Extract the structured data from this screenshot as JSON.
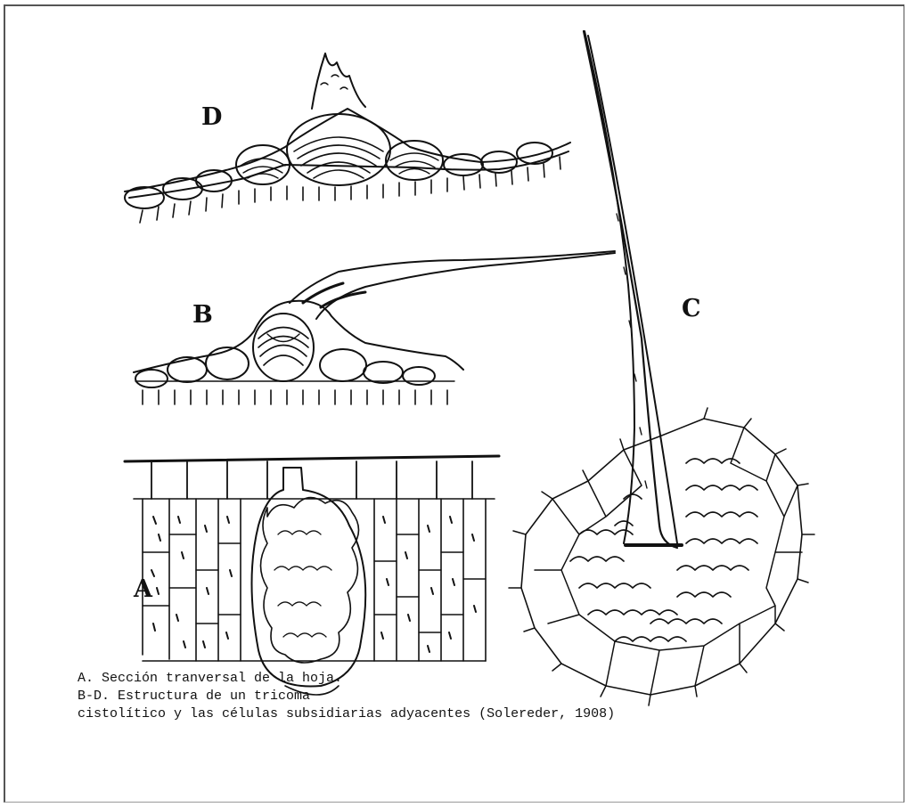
{
  "labels": {
    "a": "A",
    "b": "B",
    "c": "C",
    "d": "D"
  },
  "caption": {
    "line1": "A. Sección tranversal de la hoja.",
    "line2": "B-D. Estructura de un tricoma",
    "line3": "cistolítico y las células subsidiarias adyacentes (Solereder, 1908)"
  }
}
